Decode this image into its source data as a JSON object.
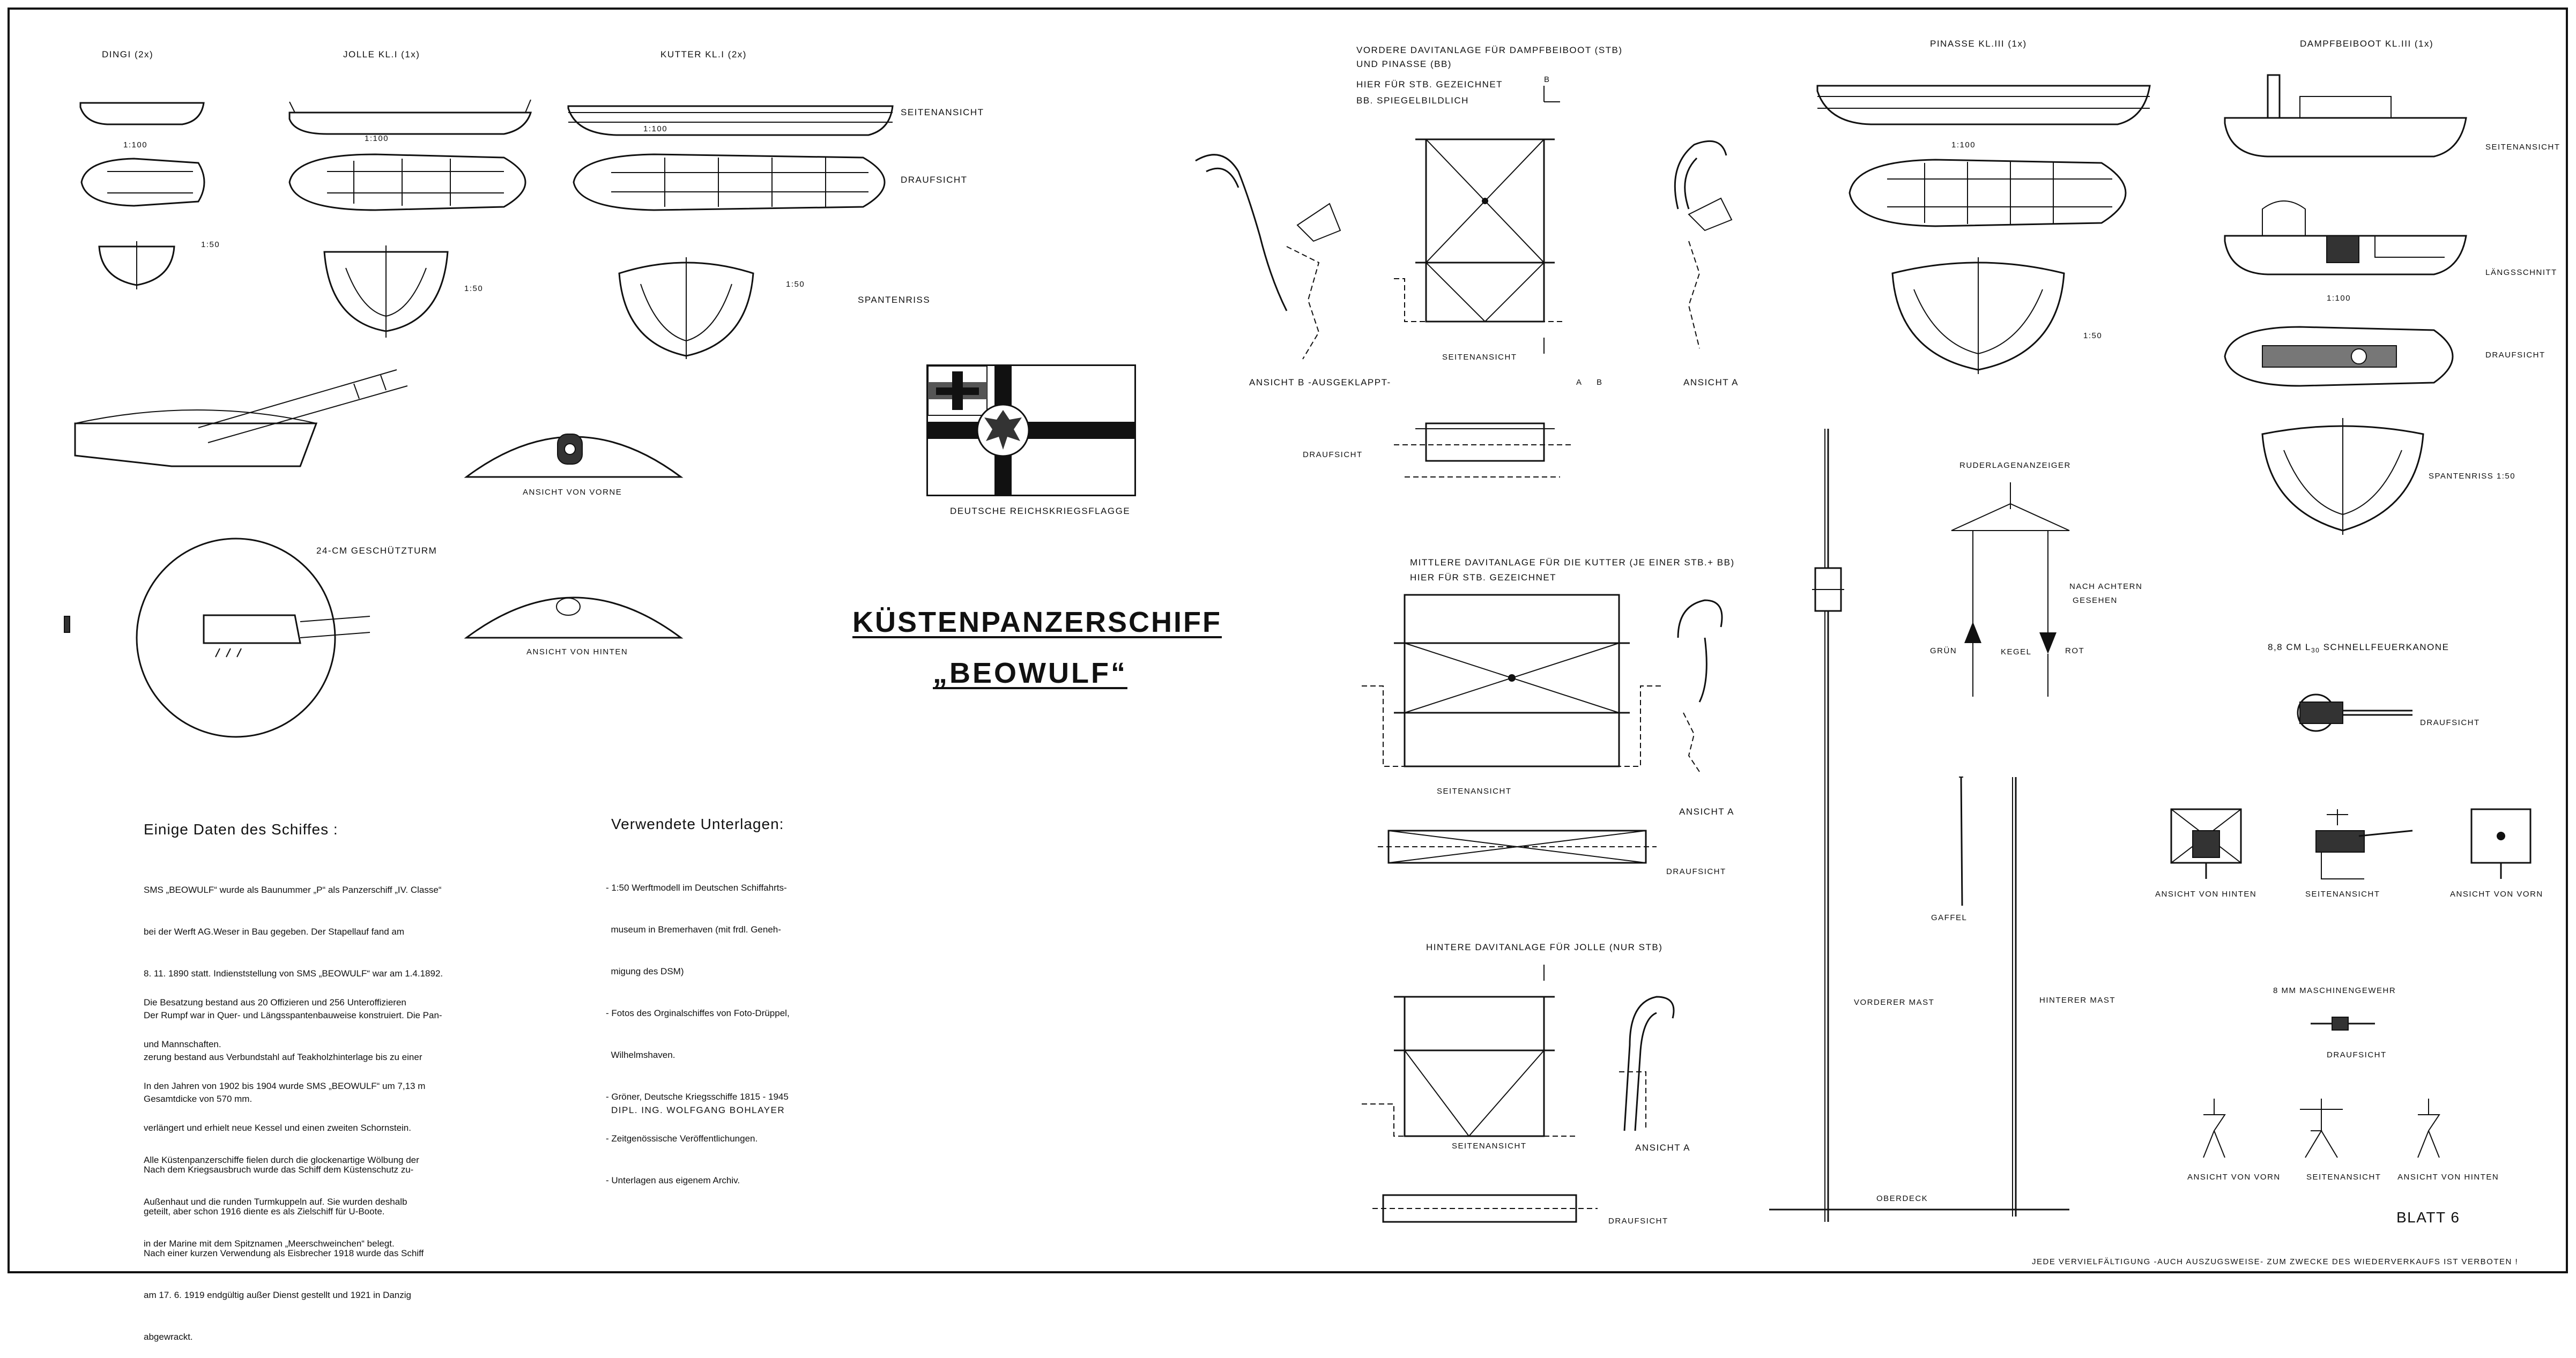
{
  "boats": {
    "dinghy": "DINGI (2x)",
    "jolle": "JOLLE KL.I (1x)",
    "kutter": "KUTTER KL.I (2x)",
    "pinasse": "PINASSE KL.III (1x)",
    "dampfbeiboot": "DAMPFBEIBOOT KL.III (1x)",
    "seitenansicht": "SEITENANSICHT",
    "draufsicht": "DRAUFSICHT",
    "spantenriss": "SPANTENRISS",
    "laengsschnitt": "LÄNGSSCHNITT",
    "spantenriss_150": "SPANTENRISS 1:50",
    "scale_100": "1:100",
    "scale_50": "1:50"
  },
  "turret": {
    "title": "24-CM GESCHÜTZTURM",
    "vorne": "ANSICHT VON VORNE",
    "hinten": "ANSICHT VON HINTEN"
  },
  "flag": {
    "caption": "DEUTSCHE REICHSKRIEGSFLAGGE"
  },
  "main_title": {
    "line1": "KÜSTENPANZERSCHIFF",
    "line2": "„BEOWULF“"
  },
  "davits": {
    "vordere_title": "VORDERE DAVITANLAGE FÜR DAMPFBEIBOOT (STB)",
    "vordere_line2": "UND PINASSE (BB)",
    "vordere_line3": "HIER FÜR STB. GEZEICHNET",
    "vordere_line4": "BB. SPIEGELBILDLICH",
    "ansicht_b": "ANSICHT B -AUSGEKLAPPT-",
    "seitenansicht": "SEITENANSICHT",
    "ansicht_a": "ANSICHT A",
    "draufsicht": "DRAUFSICHT",
    "mittlere_title": "MITTLERE DAVITANLAGE FÜR DIE KUTTER (JE EINER STB.+ BB)",
    "mittlere_line2": "HIER FÜR STB. GEZEICHNET",
    "hintere_title": "HINTERE DAVITANLAGE FÜR JOLLE (NUR STB)",
    "marker_a": "A",
    "marker_b": "B"
  },
  "rudder": {
    "title": "RUDERLAGENANZEIGER",
    "nach_achtern": "NACH ACHTERN",
    "gesehen": "GESEHEN",
    "gruen": "GRÜN",
    "kegel": "KEGEL",
    "rot": "ROT"
  },
  "masts": {
    "gaffel": "GAFFEL",
    "vorderer": "VORDERER MAST",
    "hinterer": "HINTERER MAST",
    "oberdeck": "OBERDECK"
  },
  "guns": {
    "kanone_title_a": "8,8 CM L",
    "kanone_title_sub": "30",
    "kanone_title_b": "SCHNELLFEUERKANONE",
    "draufsicht": "DRAUFSICHT",
    "ansicht_hinten": "ANSICHT VON HINTEN",
    "seitenansicht": "SEITENANSICHT",
    "ansicht_vorn": "ANSICHT VON VORN",
    "mg_title": "8 MM MASCHINENGEWEHR"
  },
  "data_text": {
    "heading": "Einige Daten des Schiffes :",
    "para1": [
      "SMS „BEOWULF“ wurde als Baunummer „P“ als Panzerschiff „IV. Classe“",
      "bei der Werft AG.Weser in Bau gegeben. Der Stapellauf fand am",
      "8. 11. 1890 statt. Indienststellung von SMS „BEOWULF“ war am 1.4.1892.",
      "Der Rumpf war in Quer- und Längsspantenbauweise konstruiert. Die Pan-",
      "zerung bestand aus Verbundstahl auf Teakholzhinterlage bis zu einer",
      "Gesamtdicke von 570 mm."
    ],
    "para2": [
      "Die Besatzung bestand aus 20 Offizieren und 256 Unteroffizieren",
      "und Mannschaften.",
      "In den Jahren von 1902 bis 1904 wurde SMS „BEOWULF“ um 7,13 m",
      "verlängert und erhielt neue Kessel und einen zweiten Schornstein.",
      "Nach dem Kriegsausbruch wurde das Schiff dem Küstenschutz zu-",
      "geteilt, aber schon 1916 diente es als Zielschiff für U-Boote.",
      "Nach einer kurzen Verwendung als Eisbrecher 1918 wurde das Schiff",
      "am 17. 6. 1919 endgültig außer Dienst gestellt und 1921 in Danzig",
      "abgewrackt."
    ],
    "para3": [
      "Alle Küstenpanzerschiffe fielen durch die glockenartige Wölbung der",
      "Außenhaut und die runden Turmkuppeln auf. Sie wurden deshalb",
      "in der Marine mit dem Spitznamen „Meerschweinchen“ belegt."
    ]
  },
  "sources": {
    "heading": "Verwendete Unterlagen:",
    "lines": [
      "- 1:50 Werftmodell im Deutschen Schiffahrts-",
      "  museum in Bremerhaven (mit frdl. Geneh-",
      "  migung des DSM)",
      "- Fotos des Orginalschiffes von Foto-Drüppel,",
      "  Wilhelmshaven.",
      "- Gröner, Deutsche Kriegsschiffe 1815 - 1945",
      "- Zeitgenössische Veröffentlichungen.",
      "- Unterlagen aus eigenem Archiv."
    ],
    "author": "DIPL. ING. WOLFGANG BOHLAYER"
  },
  "footer": {
    "blatt": "BLATT 6",
    "notice": "JEDE VERVIELFÄLTIGUNG -AUCH AUSZUGSWEISE- ZUM ZWECKE DES WIEDERVERKAUFS IST VERBOTEN !"
  }
}
